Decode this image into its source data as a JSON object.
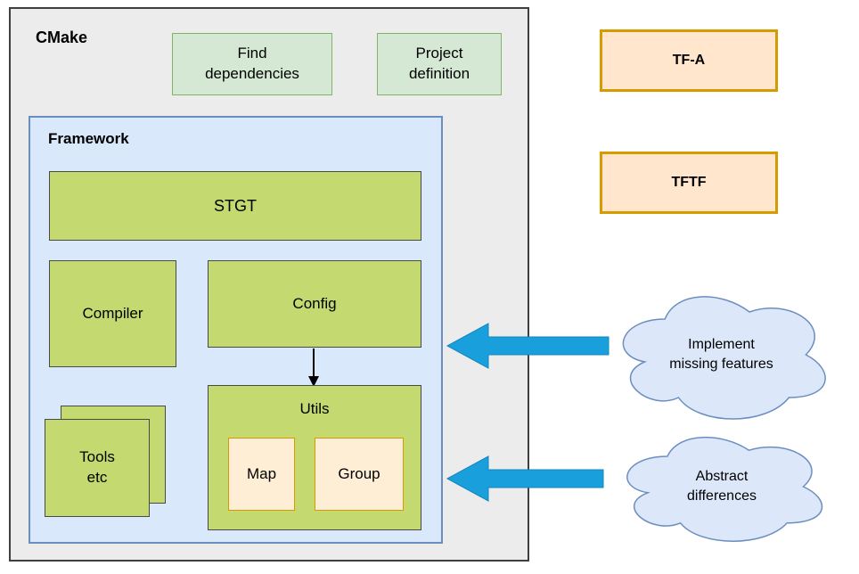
{
  "colors": {
    "canvas_bg": "#ffffff",
    "outer_fill": "#ececec",
    "outer_border": "#3f3f3f",
    "green_fill": "#d5e8d4",
    "green_border": "#82b366",
    "framework_fill": "#dae8fc",
    "framework_border": "#6c8ebf",
    "lime_fill": "#c4d96f",
    "lime_border": "#494949",
    "peach_fill": "#ffe6cc",
    "peach_border": "#d79b00",
    "cloud_fill": "#dce8fa",
    "cloud_border": "#6c8ebf",
    "fat_arrow_blue": "#19a0dc",
    "connector_black": "#000000"
  },
  "nodes": {
    "cmake": {
      "label": "CMake"
    },
    "find_dependencies": {
      "label": "Find\ndependencies"
    },
    "project_definition": {
      "label": "Project\ndefinition"
    },
    "framework": {
      "label": "Framework"
    },
    "stgt": {
      "label": "STGT"
    },
    "compiler": {
      "label": "Compiler"
    },
    "config": {
      "label": "Config"
    },
    "utils": {
      "label": "Utils"
    },
    "map": {
      "label": "Map"
    },
    "group": {
      "label": "Group"
    },
    "tools": {
      "label": "Tools\netc"
    },
    "tfa": {
      "label": "TF-A"
    },
    "tftf": {
      "label": "TFTF"
    }
  },
  "annotations": {
    "implement": {
      "label": "Implement\nmissing features"
    },
    "abstract": {
      "label": "Abstract\ndifferences"
    }
  }
}
